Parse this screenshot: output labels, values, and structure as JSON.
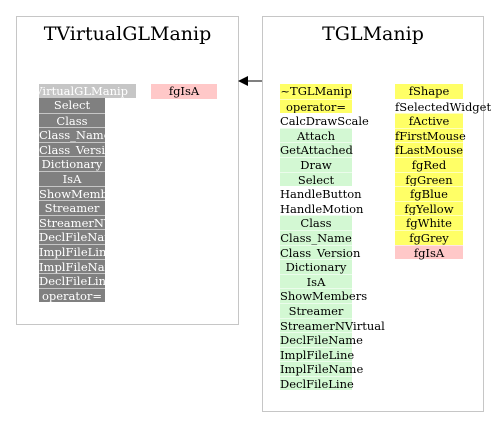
{
  "left_class": {
    "title": "TVirtualGLManip",
    "methods": [
      "~TVirtualGLManip",
      "Select",
      "Class",
      "Class_Name",
      "Class_Version",
      "Dictionary",
      "IsA",
      "ShowMembers",
      "Streamer",
      "StreamerNVirtual",
      "DeclFileName",
      "ImplFileLine",
      "ImplFileName",
      "DeclFileLine",
      "operator="
    ],
    "members": [
      "fgIsA"
    ]
  },
  "right_class": {
    "title": "TGLManip",
    "methods": [
      "~TGLManip",
      "operator=",
      "CalcDrawScale",
      "Attach",
      "GetAttached",
      "Draw",
      "Select",
      "HandleButton",
      "HandleMotion",
      "Class",
      "Class_Name",
      "Class_Version",
      "Dictionary",
      "IsA",
      "ShowMembers",
      "Streamer",
      "StreamerNVirtual",
      "DeclFileName",
      "ImplFileLine",
      "ImplFileName",
      "DeclFileLine"
    ],
    "members": [
      "fShape",
      "fSelectedWidget",
      "fActive",
      "fFirstMouse",
      "fLastMouse",
      "fgRed",
      "fgGreen",
      "fgBlue",
      "fgYellow",
      "fgWhite",
      "fgGrey",
      "fgIsA"
    ]
  },
  "relation": "inherits-from",
  "colors": {
    "box_border": "#c6c6c6",
    "gray_method": "#808080",
    "green_method": "#d3f8d3",
    "yellow_member": "#ffff66",
    "pink_member": "#ffc8c8"
  }
}
